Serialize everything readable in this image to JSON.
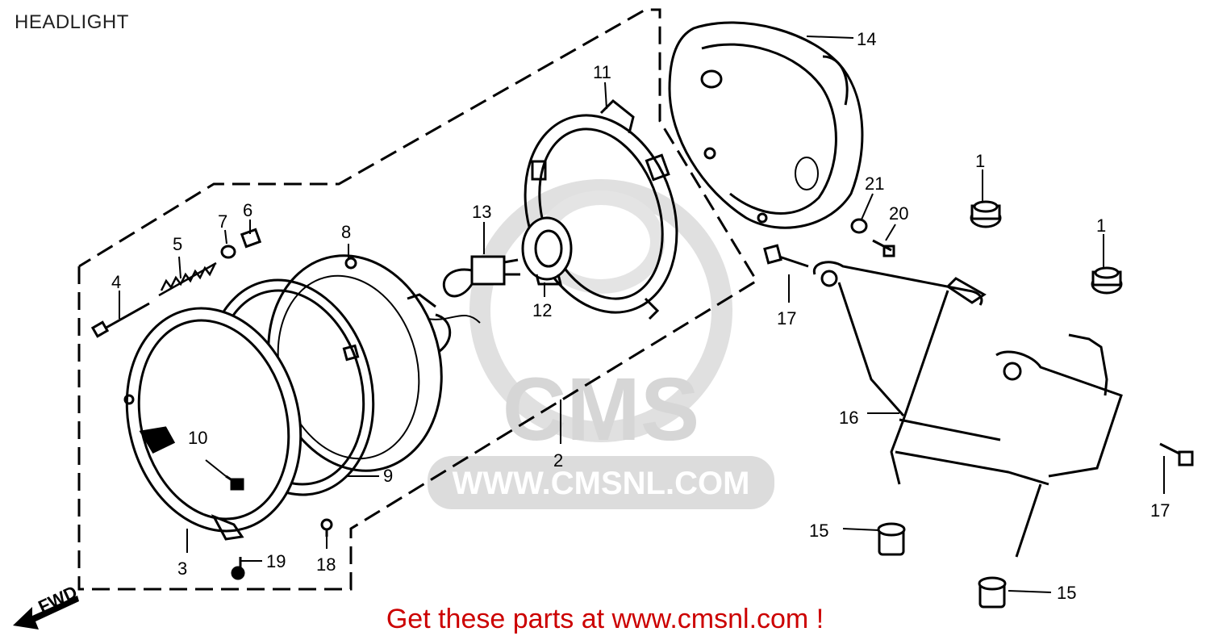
{
  "title": "HEADLIGHT",
  "watermark": {
    "logo": "CMS",
    "url": "WWW.CMSNL.COM"
  },
  "direction_label": "FWD",
  "promo_text": "Get these parts at www.cmsnl.com !",
  "colors": {
    "promo": "#cc0000",
    "ink": "#000000",
    "watermark": "#d9d9d9"
  },
  "callouts": [
    {
      "id": "1a",
      "label": "1",
      "part": "rubber-grommet"
    },
    {
      "id": "1b",
      "label": "1",
      "part": "rubber-grommet"
    },
    {
      "id": "2",
      "label": "2",
      "part": "headlight-unit-assembly"
    },
    {
      "id": "3",
      "label": "3",
      "part": "headlight-rim"
    },
    {
      "id": "4",
      "label": "4",
      "part": "adjusting-screw"
    },
    {
      "id": "5",
      "label": "5",
      "part": "spring"
    },
    {
      "id": "6",
      "label": "6",
      "part": "nut"
    },
    {
      "id": "7",
      "label": "7",
      "part": "washer"
    },
    {
      "id": "8",
      "label": "8",
      "part": "headlight-lens-unit"
    },
    {
      "id": "9",
      "label": "9",
      "part": "lens-ring"
    },
    {
      "id": "10",
      "label": "10",
      "part": "screw"
    },
    {
      "id": "11",
      "label": "11",
      "part": "mounting-ring"
    },
    {
      "id": "12",
      "label": "12",
      "part": "bulb-socket-cover"
    },
    {
      "id": "13",
      "label": "13",
      "part": "bulb"
    },
    {
      "id": "14",
      "label": "14",
      "part": "headlight-case"
    },
    {
      "id": "15a",
      "label": "15",
      "part": "collar"
    },
    {
      "id": "15b",
      "label": "15",
      "part": "collar"
    },
    {
      "id": "16",
      "label": "16",
      "part": "headlight-stay"
    },
    {
      "id": "17a",
      "label": "17",
      "part": "bolt"
    },
    {
      "id": "17b",
      "label": "17",
      "part": "bolt"
    },
    {
      "id": "18",
      "label": "18",
      "part": "screw"
    },
    {
      "id": "19",
      "label": "19",
      "part": "screw"
    },
    {
      "id": "20",
      "label": "20",
      "part": "bolt"
    },
    {
      "id": "21",
      "label": "21",
      "part": "washer"
    }
  ]
}
